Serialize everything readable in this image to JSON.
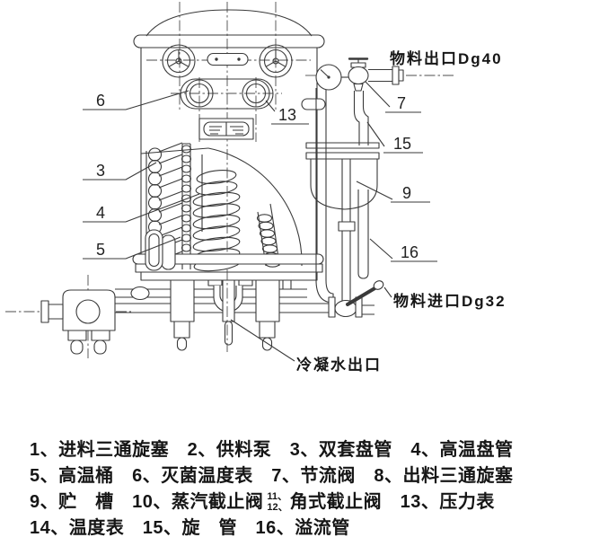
{
  "diagram": {
    "pipe_labels": {
      "outlet": "物料出口Dg40",
      "inlet": "物料进口Dg32",
      "condensate": "冷凝水出口"
    },
    "callouts": {
      "n3": "3",
      "n4": "4",
      "n5": "5",
      "n6": "6",
      "n7": "7",
      "n9": "9",
      "n13": "13",
      "n15": "15",
      "n16": "16"
    }
  },
  "legend": {
    "line1": "1、进料三通旋塞　2、供料泵　3、双套盘管　4、高温盘管",
    "line2": "5、高温桶　6、灭菌温度表　7、节流阀　8、出料三通旋塞",
    "line3_before": "9、贮　槽　10、蒸汽截止阀",
    "line3_stack_top": "11、",
    "line3_stack_bottom": "12、",
    "line3_after": "角式截止阀　13、压力表",
    "line4": "14、温度表　15、旋　管　16、溢流管"
  },
  "colors": {
    "ink": "#3a3a3a",
    "background": "#ffffff"
  }
}
